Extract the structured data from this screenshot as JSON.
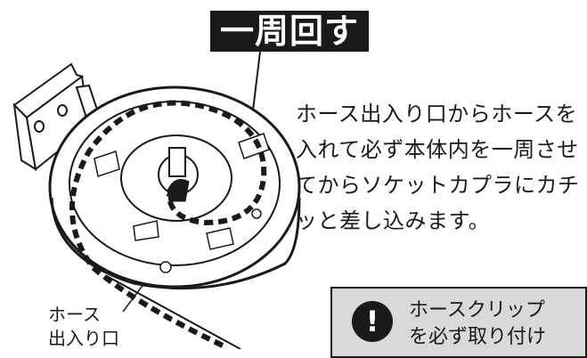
{
  "title": "一周回す",
  "description": "ホース出入り口からホースを入れて必ず本体内を一周させてからソケットカプラにカチッと差し込みます。",
  "hose_label": [
    "ホース",
    "出入り口"
  ],
  "notice": {
    "icon": "exclamation-icon",
    "lines": [
      "ホースクリップ",
      "を必ず取り付け"
    ]
  }
}
